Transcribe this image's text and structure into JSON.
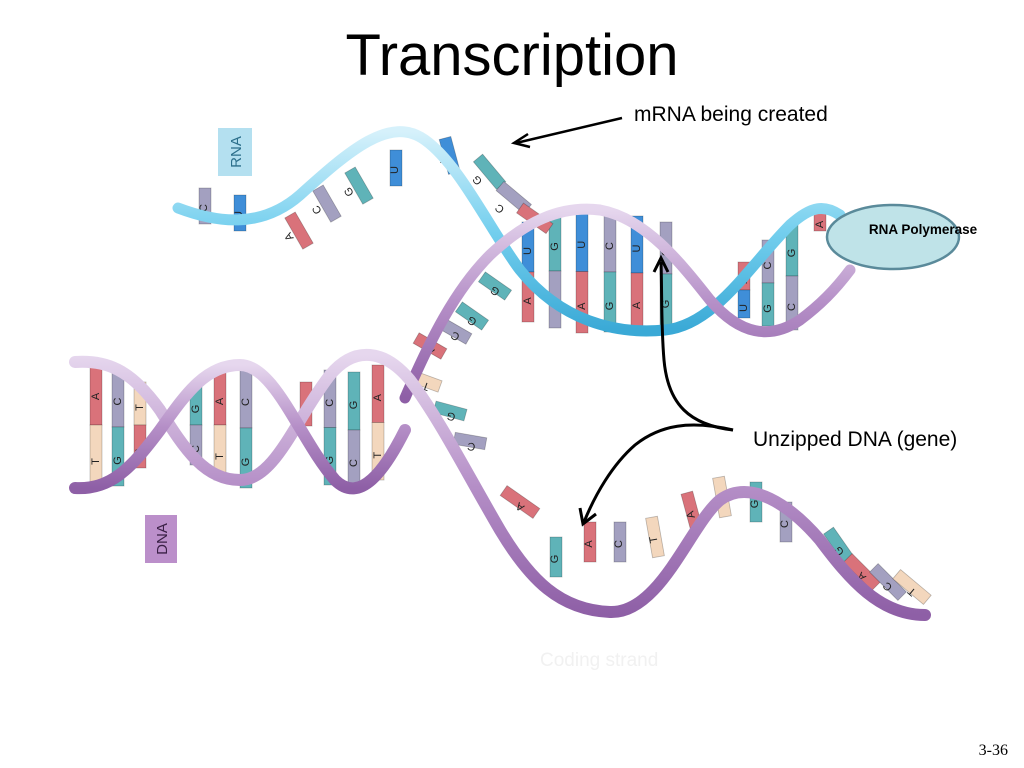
{
  "slide": {
    "title": "Transcription",
    "number": "3-36"
  },
  "labels": {
    "mrna": "mRNA being created",
    "polymerase": "RNA Polymerase",
    "unzipped": "Unzipped DNA (gene)",
    "rna_tag": "RNA",
    "dna_tag": "DNA",
    "coding_strand": "Coding strand"
  },
  "colors": {
    "rna_strand": "#5cc3e8",
    "dna_strand": "#a97bbb",
    "polymerase_fill": "#bfe3e8",
    "polymerase_stroke": "#5a8a9a",
    "base_A": "#d9727a",
    "base_T": "#f3d7bd",
    "base_G": "#5fb3b8",
    "base_C": "#a3a0c0",
    "base_U": "#3f8ed8"
  },
  "bases": {
    "rna_strand": [
      "C",
      "U",
      "A",
      "C",
      "G",
      "U",
      "U",
      "G",
      "C",
      "A"
    ],
    "rna_dna_pairs": [
      "U-A",
      "G-C",
      "U-A",
      "C-G",
      "U-A",
      "C-G",
      "A-U",
      "C-G",
      "G-C",
      "A"
    ],
    "left_helix_pairs": [
      "A-T",
      "C-G",
      "T-A",
      "G-C",
      "A-T",
      "C-G",
      "A",
      "C-G",
      "G-C",
      "A-T"
    ],
    "upper_template": [
      "G",
      "G",
      "C",
      "A",
      "T",
      "G",
      "C"
    ],
    "lower_coding": [
      "A",
      "G",
      "A",
      "C",
      "T",
      "A",
      "T",
      "G",
      "C",
      "G",
      "A",
      "C",
      "T"
    ]
  }
}
